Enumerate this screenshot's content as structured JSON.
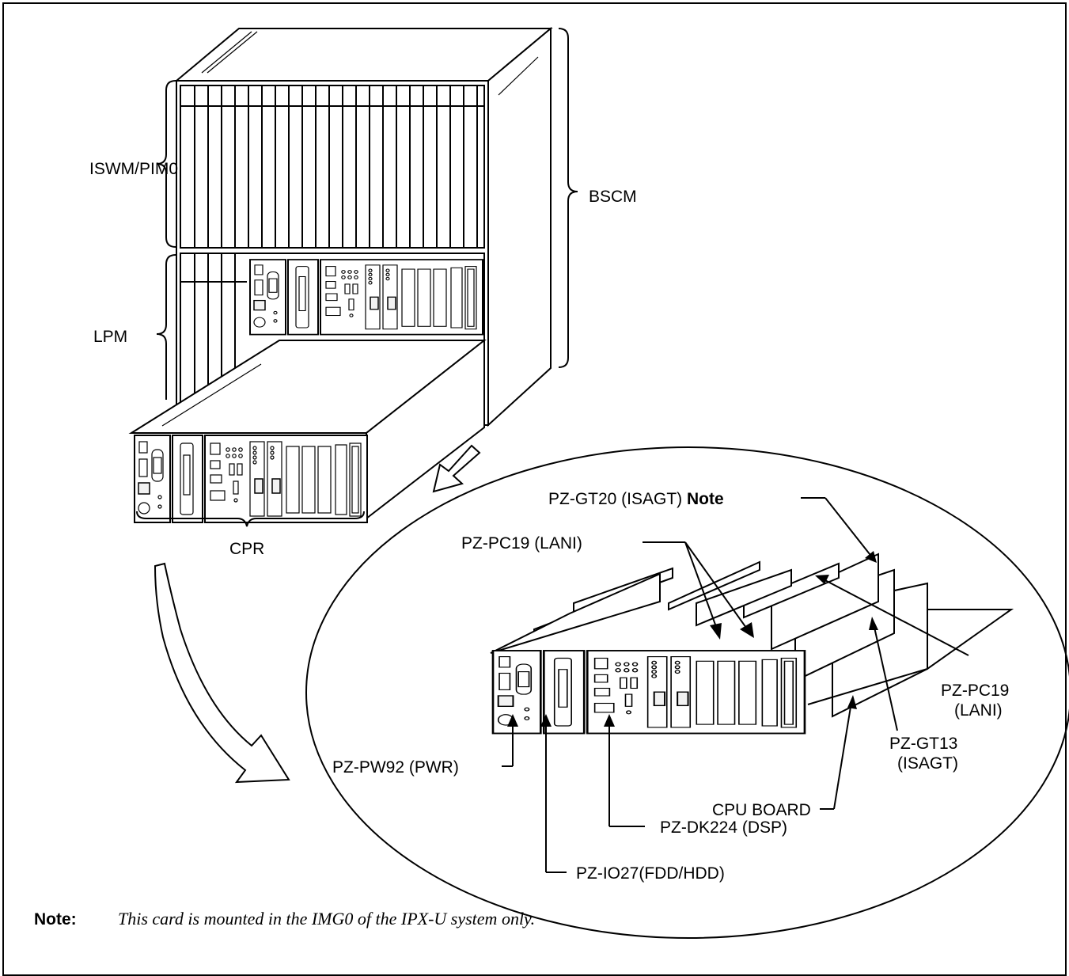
{
  "labels": {
    "iswm_pim0": "ISWM/PIM0",
    "bscm": "BSCM",
    "lpm": "LPM",
    "cpr": "CPR",
    "gt20_a": "PZ-GT20 (ISAGT) ",
    "gt20_b": "Note",
    "pc19_top": "PZ-PC19 (LANI)",
    "pc19_right_1": "PZ-PC19",
    "pc19_right_2": "(LANI)",
    "gt13_1": "PZ-GT13",
    "gt13_2": "(ISAGT)",
    "cpu_board": "CPU BOARD",
    "pw92": "PZ-PW92 (PWR)",
    "dk224": "PZ-DK224 (DSP)",
    "io27": "PZ-IO27(FDD/HDD)"
  },
  "note": {
    "label": "Note:",
    "text": "This card is mounted in the IMG0 of the IPX-U system only."
  }
}
